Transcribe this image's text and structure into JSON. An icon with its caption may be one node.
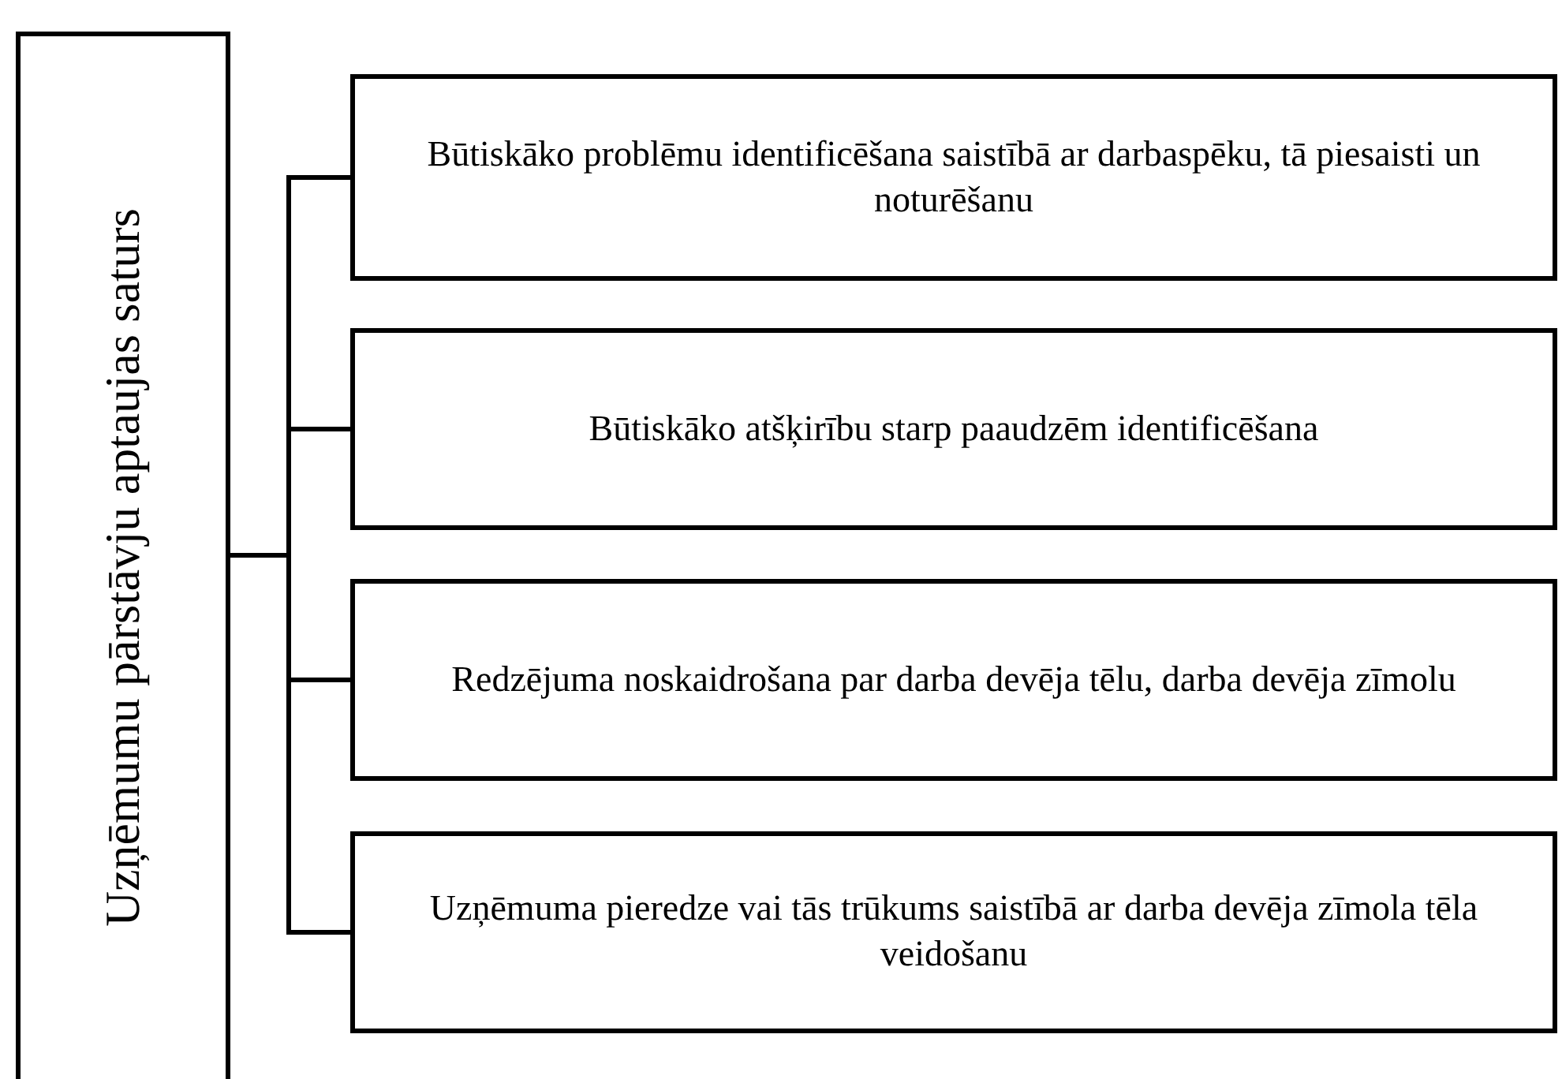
{
  "diagram": {
    "nodes": [
      {
        "text": [
          "Uzņēmumu pārstāvju aptaujas saturs"
        ]
      },
      {
        "text": [
          "Būtiskāko problēmu identificēšana saistībā ar darbaspēku, tā piesaisti un noturēšanu"
        ]
      },
      {
        "text": [
          "Būtiskāko atšķirību starp paaudzēm identificēšana"
        ]
      },
      {
        "text": [
          "Redzējuma noskaidrošana par darba devēja tēlu, darba devēja zīmolu"
        ]
      },
      {
        "text": [
          "Uzņēmuma pieredze vai tās trūkums saistībā ar darba devēja zīmola tēla veidošanu"
        ]
      }
    ],
    "edges": [
      {
        "from": 0,
        "to": 1,
        "arrow": "none"
      },
      {
        "from": 0,
        "to": 2,
        "arrow": "none"
      },
      {
        "from": 0,
        "to": 3,
        "arrow": "none"
      },
      {
        "from": 0,
        "to": 4,
        "arrow": "none"
      }
    ]
  }
}
